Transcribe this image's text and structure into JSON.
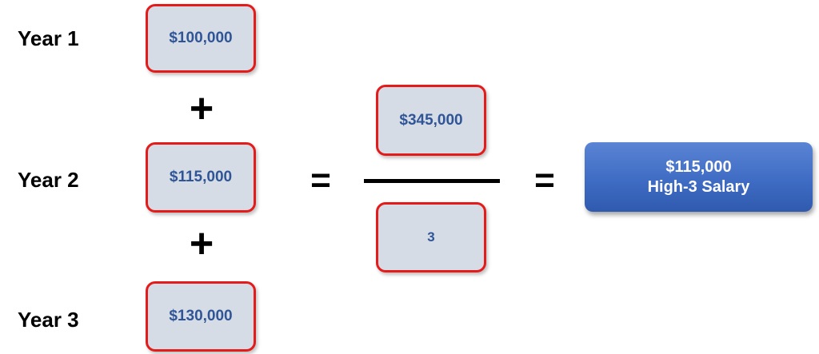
{
  "rows": [
    {
      "label": "Year 1",
      "amount": "$100,000"
    },
    {
      "label": "Year 2",
      "amount": "$115,000"
    },
    {
      "label": "Year 3",
      "amount": "$130,000"
    }
  ],
  "operators": {
    "plus": "+",
    "equals": "="
  },
  "fraction": {
    "numerator": "$345,000",
    "denominator": "3"
  },
  "result": {
    "value": "$115,000",
    "label": "High-3 Salary"
  },
  "colors": {
    "box_fill": "#d6dce5",
    "box_border": "#e31b1b",
    "box_text": "#2f5597",
    "result_fill": "#4472c4",
    "result_text": "#ffffff"
  }
}
